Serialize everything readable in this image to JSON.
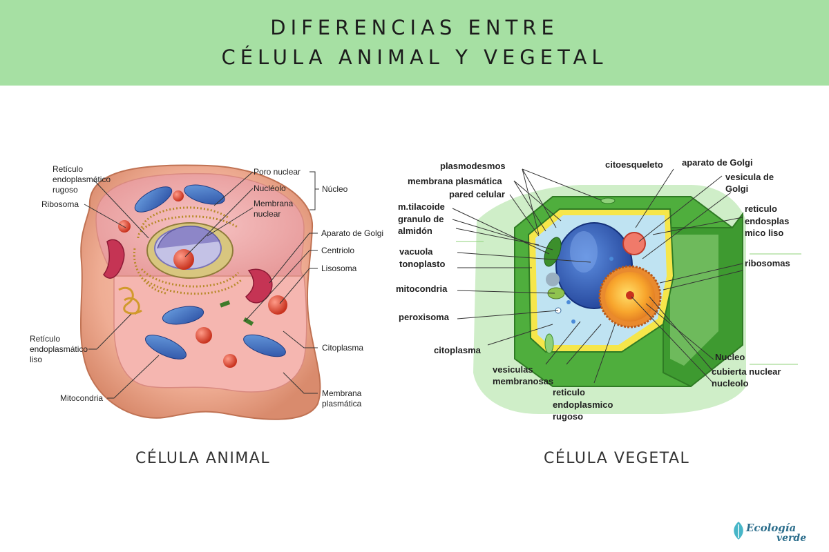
{
  "header": {
    "title_line1": "DIFERENCIAS ENTRE",
    "title_line2": "CÉLULA ANIMAL Y VEGETAL"
  },
  "animal": {
    "caption": "CÉLULA ANIMAL",
    "labels": {
      "reticulo_rugoso_1": "Retículo",
      "reticulo_rugoso_2": "endoplasmático",
      "reticulo_rugoso_3": "rugoso",
      "ribosoma": "Ribosoma",
      "poro_nuclear": "Poro nuclear",
      "nucleolo": "Nucléolo",
      "membrana_nuclear_1": "Membrana",
      "membrana_nuclear_2": "nuclear",
      "nucleo": "Núcleo",
      "aparato_golgi": "Aparato de Golgi",
      "centriolo": "Centriolo",
      "lisosoma": "Lisosoma",
      "reticulo_liso_1": "Retículo",
      "reticulo_liso_2": "endoplasmático",
      "reticulo_liso_3": "liso",
      "citoplasma": "Citoplasma",
      "mitocondria": "Mitocondria",
      "membrana_plasmatica_1": "Membrana",
      "membrana_plasmatica_2": "plasmática"
    }
  },
  "vegetal": {
    "caption": "CÉLULA VEGETAL",
    "labels": {
      "plasmodesmos": "plasmodesmos",
      "membrana_plasmatica": "membrana plasmática",
      "pared_celular": "pared celular",
      "tilacoide": "m.tilacoide",
      "granulo_1": "granulo de",
      "granulo_2": "almidón",
      "vacuola": "vacuola",
      "tonoplasto": "tonoplasto",
      "mitocondria": "mitocondria",
      "peroxisoma": "peroxisoma",
      "citoplasma": "citoplasma",
      "vesiculas_1": "vesiculas",
      "vesiculas_2": "membranosas",
      "reticulo_rugoso_1": "reticulo",
      "reticulo_rugoso_2": "endoplasmico",
      "reticulo_rugoso_3": "rugoso",
      "citoesqueleto": "citoesqueleto",
      "aparato_golgi": "aparato de Golgi",
      "vesicula_golgi_1": "vesicula de",
      "vesicula_golgi_2": "Golgi",
      "reticulo_liso_1": "reticulo",
      "reticulo_liso_2": "endosplas",
      "reticulo_liso_3": "mico liso",
      "ribosomas": "ribosomas",
      "nucleo": "Nucleo",
      "cubierta_nuclear": "cubierta nuclear",
      "nucleolo": "nucleolo"
    }
  },
  "logo": {
    "line1": "Ecología",
    "line2": "verde"
  },
  "colors": {
    "header_bg": "#a6e0a3",
    "animal_cytoplasm": "#f3b9a6",
    "plant_wall": "#4fae3d",
    "plant_vacuole": "#2f5fb8"
  }
}
